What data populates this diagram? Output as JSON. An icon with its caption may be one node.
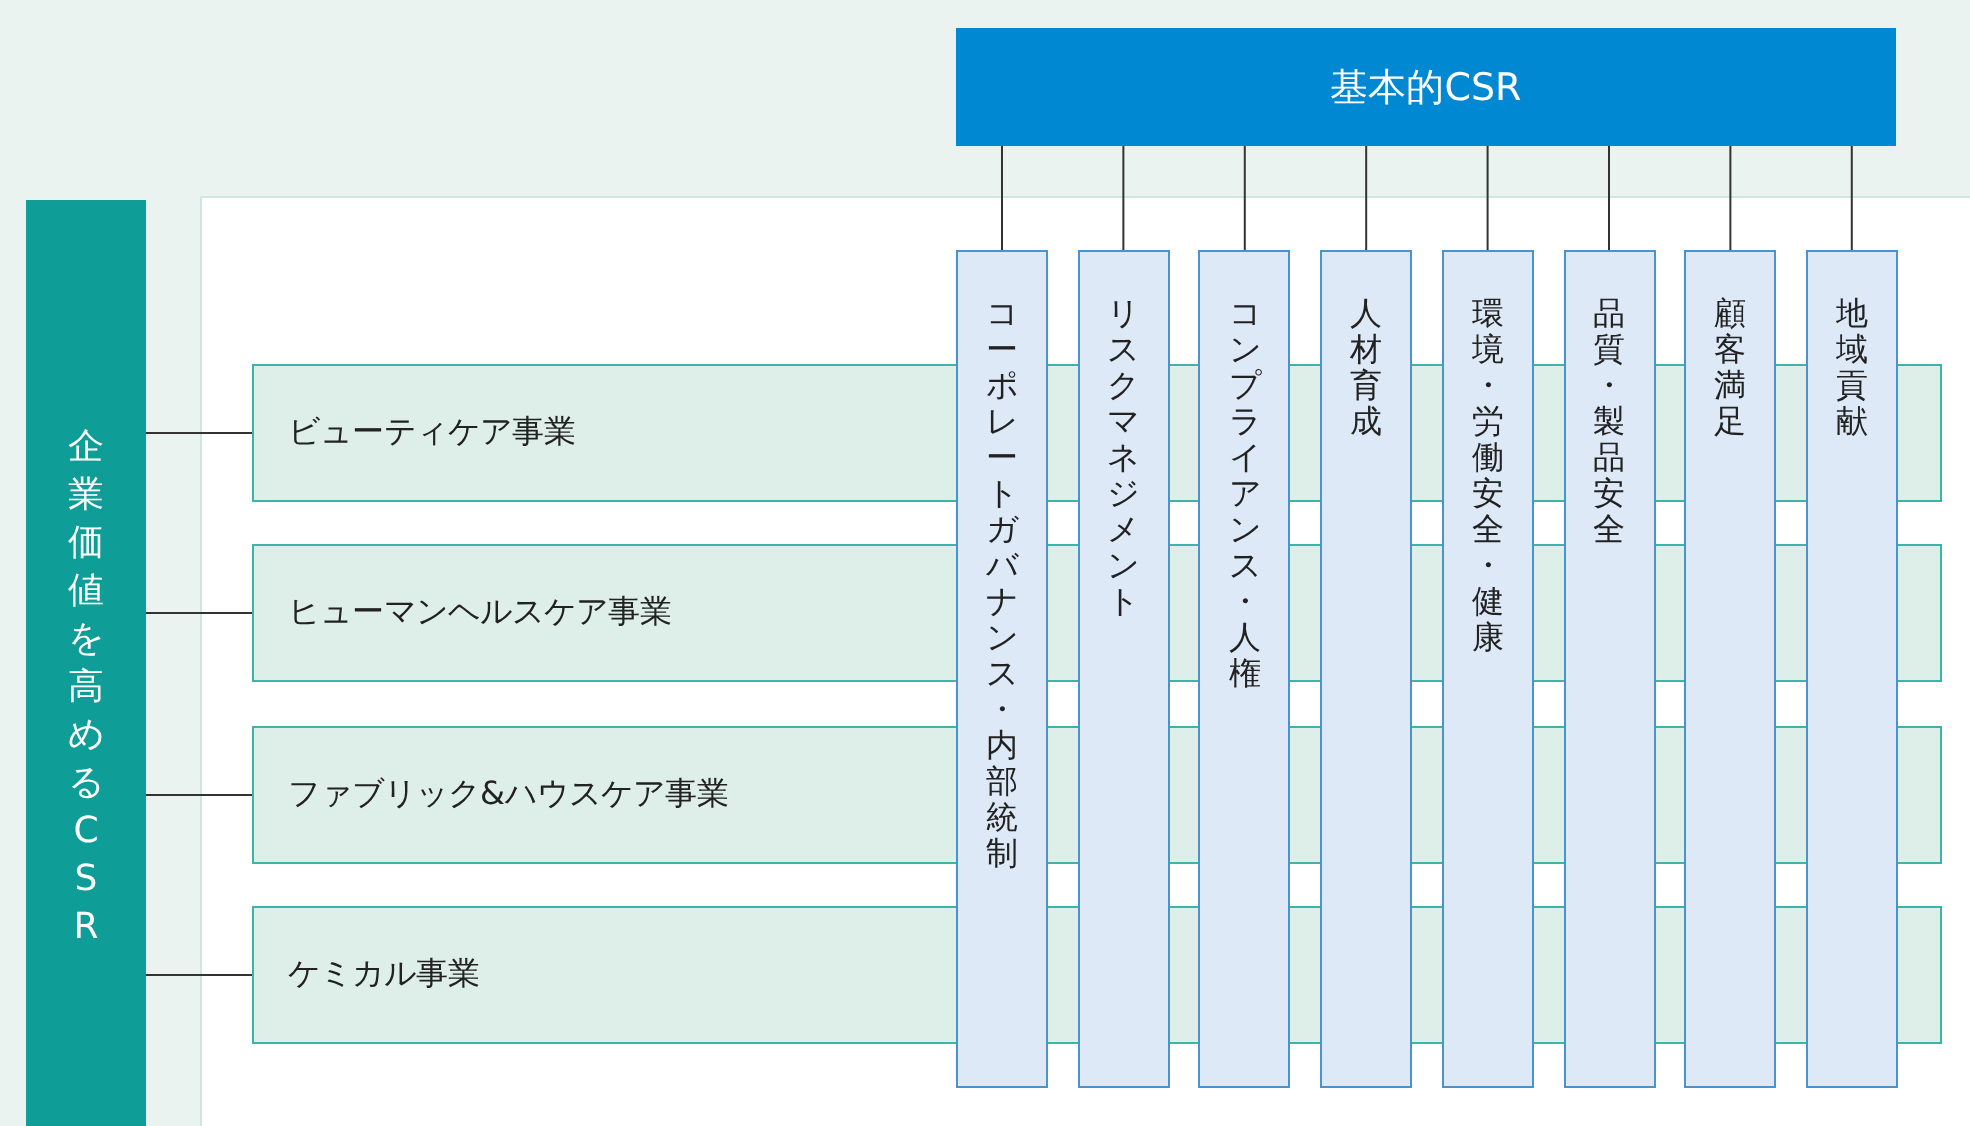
{
  "diagram": {
    "nodes": [
      {
        "text": [
          "企業価値を高めるCSR"
        ]
      },
      {
        "text": [
          "基本的CSR"
        ]
      },
      {
        "text": [],
        "shape": "box"
      },
      {
        "text": [
          "ビューティケア事業"
        ],
        "in": 2
      },
      {
        "text": [
          "ヒューマンヘルスケア事業"
        ],
        "in": 2
      },
      {
        "text": [
          "ファブリック&ハウスケア事業"
        ],
        "in": 2
      },
      {
        "text": [
          "ケミカル事業"
        ],
        "in": 2
      },
      {
        "text": [
          "コーポレートガバナンス・内部統制"
        ],
        "in": 2
      },
      {
        "text": [
          "リスクマネジメント"
        ],
        "in": 2
      },
      {
        "text": [
          "コンプライアンス・人権"
        ],
        "in": 2
      },
      {
        "text": [
          "人材育成"
        ],
        "in": 2
      },
      {
        "text": [
          "環境・労働安全・健康"
        ],
        "in": 2
      },
      {
        "text": [
          "品質・製品安全"
        ],
        "in": 2
      },
      {
        "text": [
          "顧客満足"
        ],
        "in": 2
      },
      {
        "text": [
          "地域貢献"
        ],
        "in": 2
      }
    ],
    "edges": [
      {
        "from": 0,
        "to": 3,
        "arrow": "none"
      },
      {
        "from": 0,
        "to": 4,
        "arrow": "none"
      },
      {
        "from": 0,
        "to": 5,
        "arrow": "none"
      },
      {
        "from": 0,
        "to": 6,
        "arrow": "none"
      },
      {
        "from": 1,
        "to": 7,
        "arrow": "none"
      },
      {
        "from": 1,
        "to": 8,
        "arrow": "none"
      },
      {
        "from": 1,
        "to": 9,
        "arrow": "none"
      },
      {
        "from": 1,
        "to": 10,
        "arrow": "none"
      },
      {
        "from": 1,
        "to": 11,
        "arrow": "none"
      },
      {
        "from": 1,
        "to": 12,
        "arrow": "none"
      },
      {
        "from": 1,
        "to": 13,
        "arrow": "none"
      },
      {
        "from": 1,
        "to": 14,
        "arrow": "none"
      }
    ]
  }
}
